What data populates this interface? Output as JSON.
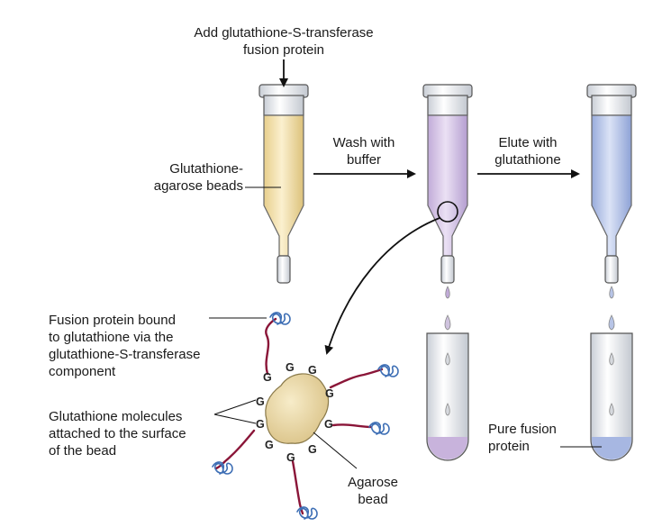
{
  "labels": {
    "add_gst": "Add glutathione-S-transferase\nfusion protein",
    "beads": "Glutathione-\nagarose beads",
    "wash": "Wash with\nbuffer",
    "elute": "Elute with\nglutathione",
    "fusion_bound": "Fusion protein bound\nto glutathione via the\nglutathione-S-transferase\ncomponent",
    "gsh_molecules": "Glutathione molecules\nattached to the surface\nof the bead",
    "agarose": "Agarose\nbead",
    "pure": "Pure fusion\nprotein"
  },
  "g_label": "G",
  "colors": {
    "column1": "#f2dfaa",
    "column2": "#d7c8e6",
    "column3": "#b7c4e6",
    "bead": "#e9d7a6",
    "linker": "#8a1538",
    "protein": "#3e6fb5",
    "ink": "#222222"
  }
}
